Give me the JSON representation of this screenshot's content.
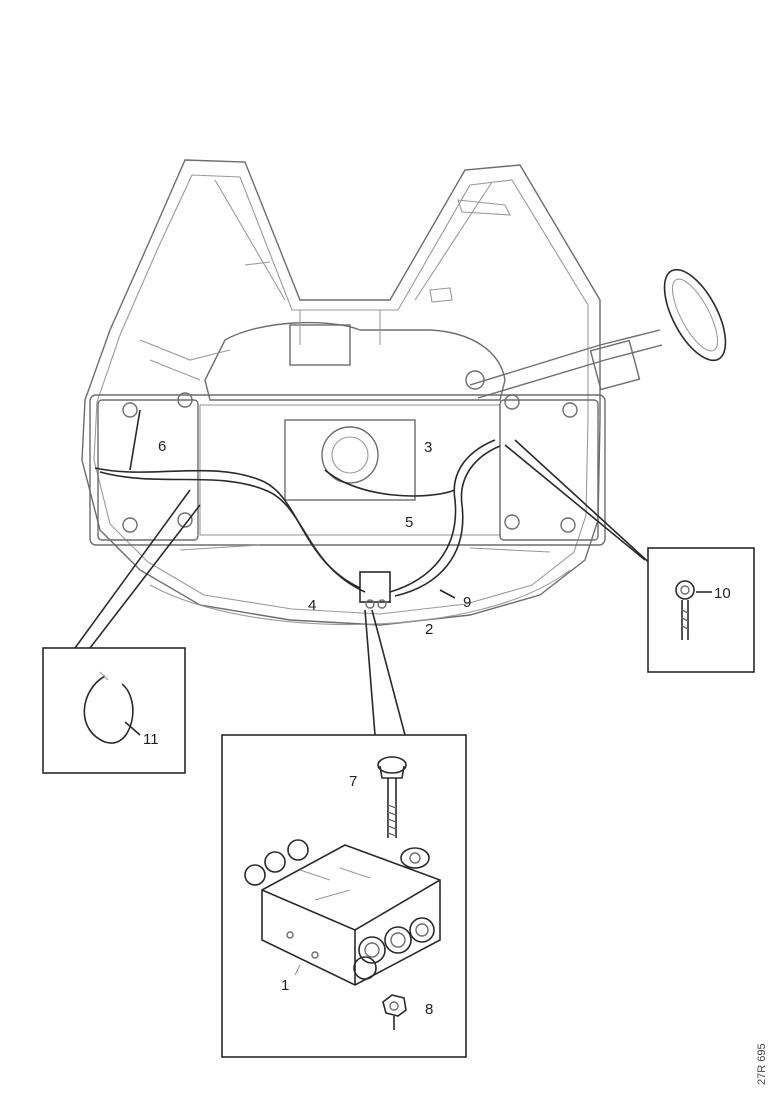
{
  "callouts": [
    "1",
    "2",
    "3",
    "4",
    "5",
    "6",
    "7",
    "8",
    "9",
    "10",
    "11"
  ],
  "image_code": "27R 695"
}
